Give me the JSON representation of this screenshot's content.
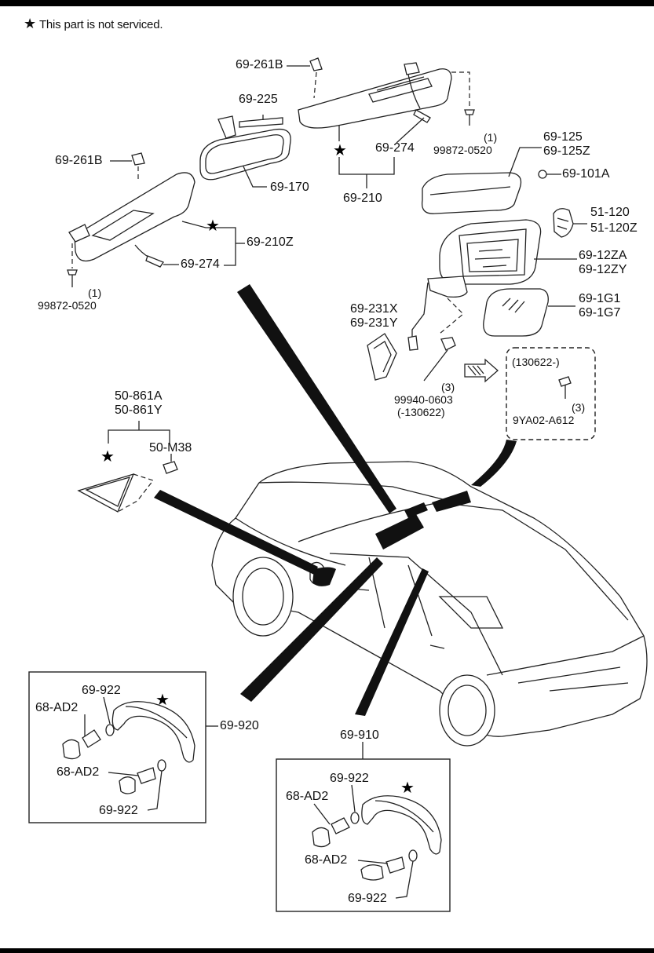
{
  "note": {
    "star": "★",
    "text": "This part is not serviced."
  },
  "labels": {
    "l_69_261B_top": "69-261B",
    "l_69_225": "69-225",
    "l_69_261B_left": "69-261B",
    "l_69_170": "69-170",
    "l_69_274_top": "69-274",
    "l_99872_qty_top": "(1)",
    "l_99872_top": "99872-0520",
    "l_69_210": "69-210",
    "l_69_125": "69-125",
    "l_69_125Z": "69-125Z",
    "l_69_101A": "69-101A",
    "l_51_120": "51-120",
    "l_51_120Z": "51-120Z",
    "l_69_210Z": "69-210Z",
    "l_69_274_left": "69-274",
    "l_99872_qty_left": "(1)",
    "l_99872_left": "99872-0520",
    "l_69_12ZA": "69-12ZA",
    "l_69_12ZY": "69-12ZY",
    "l_69_231X": "69-231X",
    "l_69_231Y": "69-231Y",
    "l_69_1G1": "69-1G1",
    "l_69_1G7": "69-1G7",
    "l_99940_qty": "(3)",
    "l_99940": "99940-0603",
    "l_99940_range": "(-130622)",
    "l_130622": "(130622-)",
    "l_9YA02_qty": "(3)",
    "l_9YA02": "9YA02-A612",
    "l_50_861A": "50-861A",
    "l_50_861Y": "50-861Y",
    "l_50_M38": "50-M38",
    "l_69_920": "69-920",
    "l_69_922_a": "69-922",
    "l_68_AD2_a": "68-AD2",
    "l_68_AD2_b": "68-AD2",
    "l_69_922_b": "69-922",
    "l_69_910": "69-910",
    "l_69_922_c": "69-922",
    "l_68_AD2_c": "68-AD2",
    "l_68_AD2_d": "68-AD2",
    "l_69_922_d": "69-922"
  }
}
